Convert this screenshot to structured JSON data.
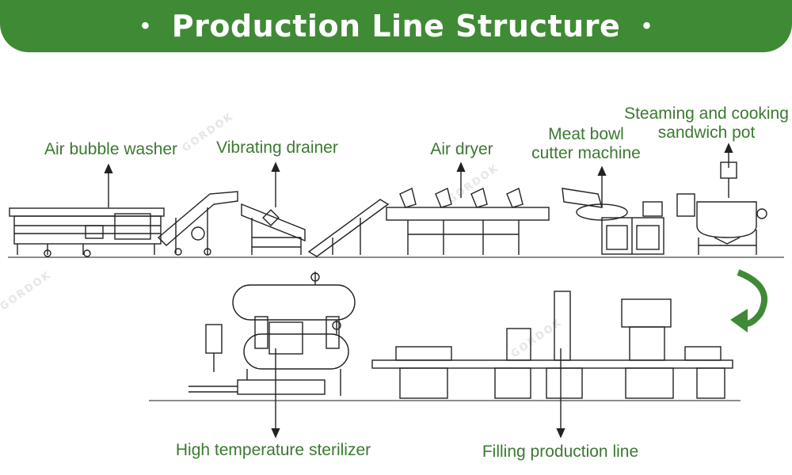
{
  "header": {
    "title": "Production Line Structure",
    "bullet": "•"
  },
  "watermark": "GORDOK",
  "labels": {
    "air_bubble_washer": "Air bubble washer",
    "vibrating_drainer": "Vibrating drainer",
    "air_dryer": "Air dryer",
    "meat_bowl_cutter": [
      "Meat bowl",
      "cutter machine"
    ],
    "steaming_pot": [
      "Steaming and cooking",
      "sandwich pot"
    ],
    "sterilizer": "High temperature sterilizer",
    "filling_line": "Filling production line"
  },
  "colors": {
    "accent": "#3f8a35",
    "label": "#3a7a30",
    "line": "#222222"
  }
}
